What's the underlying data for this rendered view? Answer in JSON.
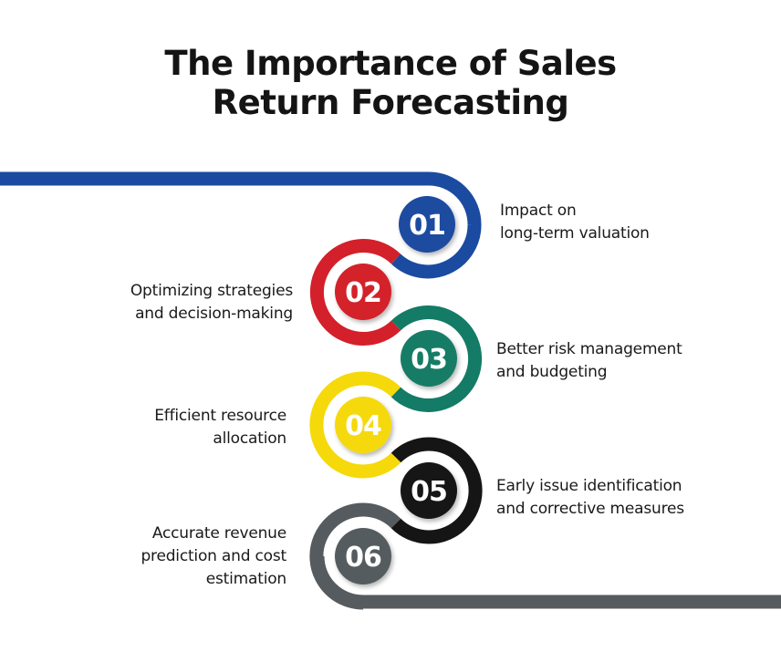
{
  "title": {
    "line1": "The Importance of Sales",
    "line2": "Return Forecasting"
  },
  "colors": {
    "step1": "#1a4ba0",
    "step2": "#d3202a",
    "step3": "#137b66",
    "step4": "#f5d90a",
    "step5": "#151515",
    "step6": "#555b5e",
    "text": "#1a1a1a"
  },
  "steps": [
    {
      "number": "01",
      "side": "right",
      "line1": "Impact on",
      "line2": "long-term valuation",
      "line3": ""
    },
    {
      "number": "02",
      "side": "left",
      "line1": "Optimizing strategies",
      "line2": "and decision-making",
      "line3": ""
    },
    {
      "number": "03",
      "side": "right",
      "line1": "Better risk management",
      "line2": "and budgeting",
      "line3": ""
    },
    {
      "number": "04",
      "side": "left",
      "line1": "Efficient resource",
      "line2": "allocation",
      "line3": ""
    },
    {
      "number": "05",
      "side": "right",
      "line1": "Early issue identification",
      "line2": "and corrective measures",
      "line3": ""
    },
    {
      "number": "06",
      "side": "left",
      "line1": "Accurate revenue",
      "line2": "prediction and cost",
      "line3": "estimation"
    }
  ]
}
